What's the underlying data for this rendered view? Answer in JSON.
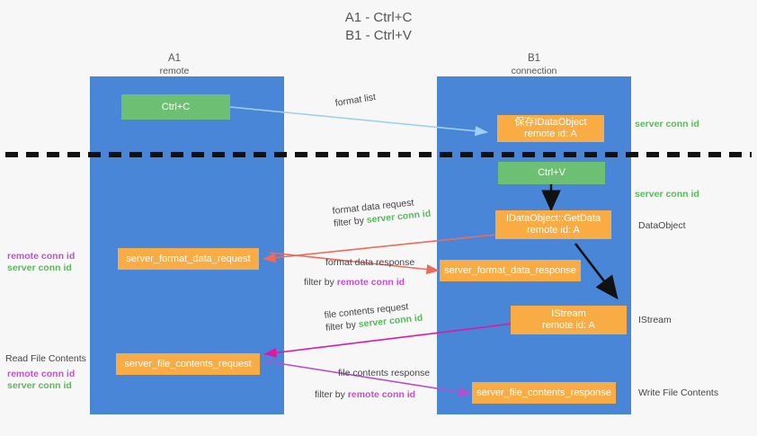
{
  "title": {
    "line1": "A1 - Ctrl+C",
    "line2": "B1 - Ctrl+V"
  },
  "columns": [
    {
      "name": "A1",
      "sub": "remote"
    },
    {
      "name": "B1",
      "sub": "connection"
    }
  ],
  "boxes": {
    "ctrl_c": {
      "line1": "Ctrl+C",
      "line2": "",
      "color": "#6cbf73"
    },
    "save_idataobject": {
      "line1": "保存IDataObject",
      "line2": "remote id: A",
      "color": "#f9ab44"
    },
    "ctrl_v": {
      "line1": "Ctrl+V",
      "line2": "",
      "color": "#6cbf73"
    },
    "getdata": {
      "line1": "IDataObject::GetData",
      "line2": "remote id: A",
      "color": "#f9ab44"
    },
    "format_data_request": {
      "line1": "server_format_data_request",
      "line2": "",
      "color": "#f9ab44"
    },
    "format_data_response": {
      "line1": "server_format_data_response",
      "line2": "",
      "color": "#f9ab44"
    },
    "istream": {
      "line1": "IStream",
      "line2": "remote id: A",
      "color": "#f9ab44"
    },
    "file_contents_request": {
      "line1": "server_file_contents_request",
      "line2": "",
      "color": "#f9ab44"
    },
    "file_contents_response": {
      "line1": "server_file_contents_response",
      "line2": "",
      "color": "#f9ab44"
    }
  },
  "arrow_labels": {
    "format_list": "format list",
    "format_data_request": {
      "main": "format data request",
      "filter_prefix": "filter by ",
      "filter_key": "server conn id"
    },
    "format_data_response": {
      "main": "format data response",
      "filter_prefix": "filter by ",
      "filter_key": "remote conn id"
    },
    "file_contents_request": {
      "main": "file contents request",
      "filter_prefix": "filter by ",
      "filter_key": "server conn id"
    },
    "file_contents_response": {
      "main": "file contents response",
      "filter_prefix": "filter by ",
      "filter_key": "remote conn id"
    }
  },
  "right_annotations": [
    {
      "text": "server conn id",
      "kind": "green"
    },
    {
      "text": "server conn id",
      "kind": "green"
    },
    {
      "text": "DataObject",
      "kind": "plain"
    },
    {
      "text": "IStream",
      "kind": "plain"
    },
    {
      "text": "Write File Contents",
      "kind": "plain"
    }
  ],
  "left_annotations": {
    "group1": [
      {
        "text": "remote conn id",
        "kind": "purple"
      },
      {
        "text": "server conn id",
        "kind": "green"
      }
    ],
    "read_file_contents": "Read File Contents",
    "group2": [
      {
        "text": "remote conn id",
        "kind": "purple"
      },
      {
        "text": "server conn id",
        "kind": "green"
      }
    ]
  },
  "colors": {
    "lane": "#4a86d8",
    "green_box": "#6cbf73",
    "orange_box": "#f9ab44",
    "green_text": "#5cb85c",
    "purple_text": "#c44fd0",
    "arrow_lightblue": "#9fd0ef",
    "arrow_red": "#ef6a5a",
    "arrow_magenta": "#e0189f",
    "arrow_purple": "#b44fd0",
    "arrow_black": "#111111",
    "background": "#f7f7f7"
  }
}
